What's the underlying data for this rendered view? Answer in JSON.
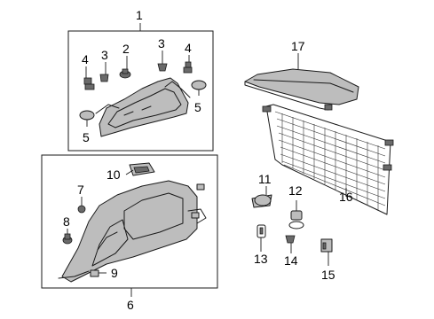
{
  "diagram": {
    "callouts": {
      "c1": "1",
      "c2": "2",
      "c3a": "3",
      "c3b": "3",
      "c4a": "4",
      "c4b": "4",
      "c5a": "5",
      "c5b": "5",
      "c6": "6",
      "c7": "7",
      "c8": "8",
      "c9": "9",
      "c10": "10",
      "c11": "11",
      "c12": "12",
      "c13": "13",
      "c14": "14",
      "c15": "15",
      "c16": "16",
      "c17": "17"
    }
  }
}
